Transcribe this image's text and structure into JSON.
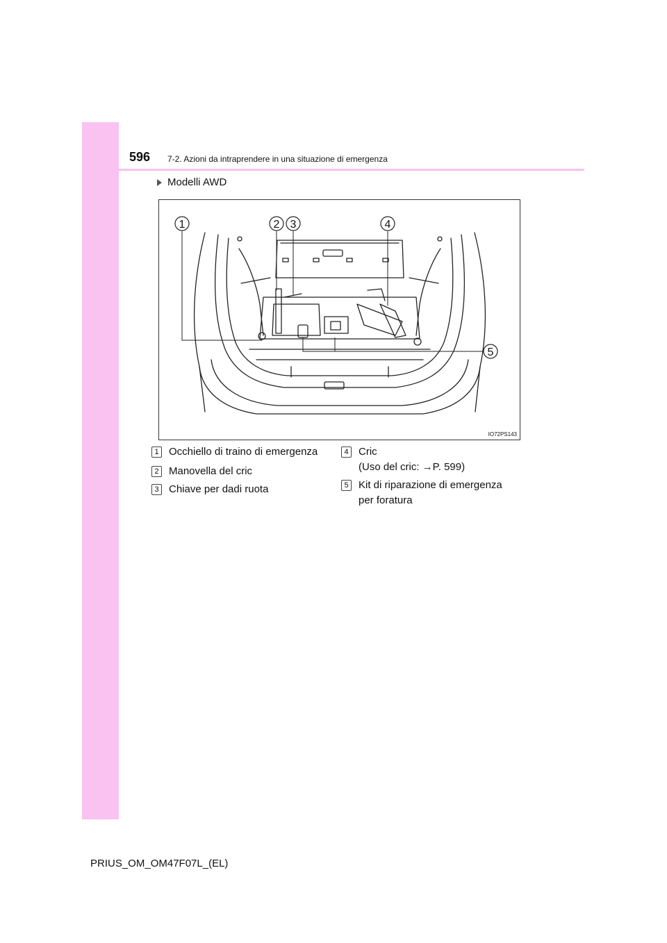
{
  "header": {
    "page_number": "596",
    "section_title": "7-2. Azioni da intraprendere in una situazione di emergenza"
  },
  "subheading": {
    "icon": "triangle-bullet-icon",
    "label": "Modelli AWD"
  },
  "figure": {
    "code": "IO72PS143",
    "callouts": [
      "1",
      "2",
      "3",
      "4",
      "5"
    ]
  },
  "legend": [
    {
      "num": "1",
      "text": "Occhiello di traino di emergenza"
    },
    {
      "num": "2",
      "text": "Manovella del cric"
    },
    {
      "num": "3",
      "text": "Chiave per dadi ruota"
    },
    {
      "num": "4",
      "text": "Cric",
      "text2": "(Uso del cric: →P. 599)"
    },
    {
      "num": "5",
      "text": "Kit di riparazione di emergenza",
      "text2": "per foratura"
    }
  ],
  "footer": {
    "document_id": "PRIUS_OM_OM47F07L_(EL)"
  },
  "colors": {
    "accent": "#f9c2f1"
  }
}
